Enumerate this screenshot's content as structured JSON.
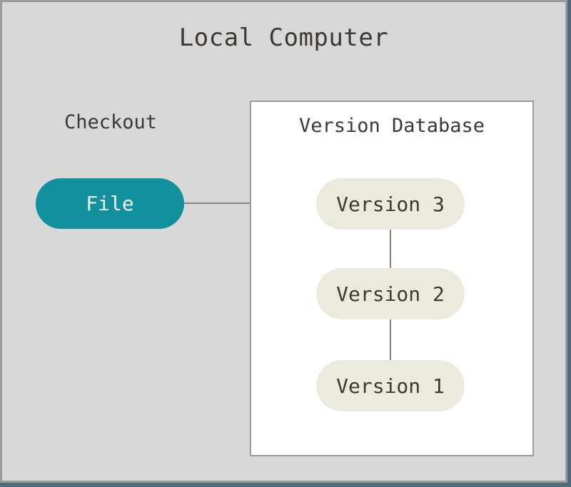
{
  "title": "Local Computer",
  "checkout": {
    "label": "Checkout"
  },
  "file_node": {
    "label": "File"
  },
  "version_database": {
    "title": "Version Database",
    "nodes": [
      {
        "label": "Version 3"
      },
      {
        "label": "Version 2"
      },
      {
        "label": "Version 1"
      }
    ]
  },
  "colors": {
    "canvas_bg": "#d8d8d8",
    "frame_border": "#9b9b9b",
    "window_shadow": "#4d6b78",
    "text": "#3e3833",
    "file_pill_bg": "#11919e",
    "file_pill_text": "#f5f4f2",
    "version_pill_bg": "#eceadd",
    "database_box_bg": "#ffffff",
    "database_box_border": "#9b9b9b",
    "connector_line": "#8a847c"
  }
}
